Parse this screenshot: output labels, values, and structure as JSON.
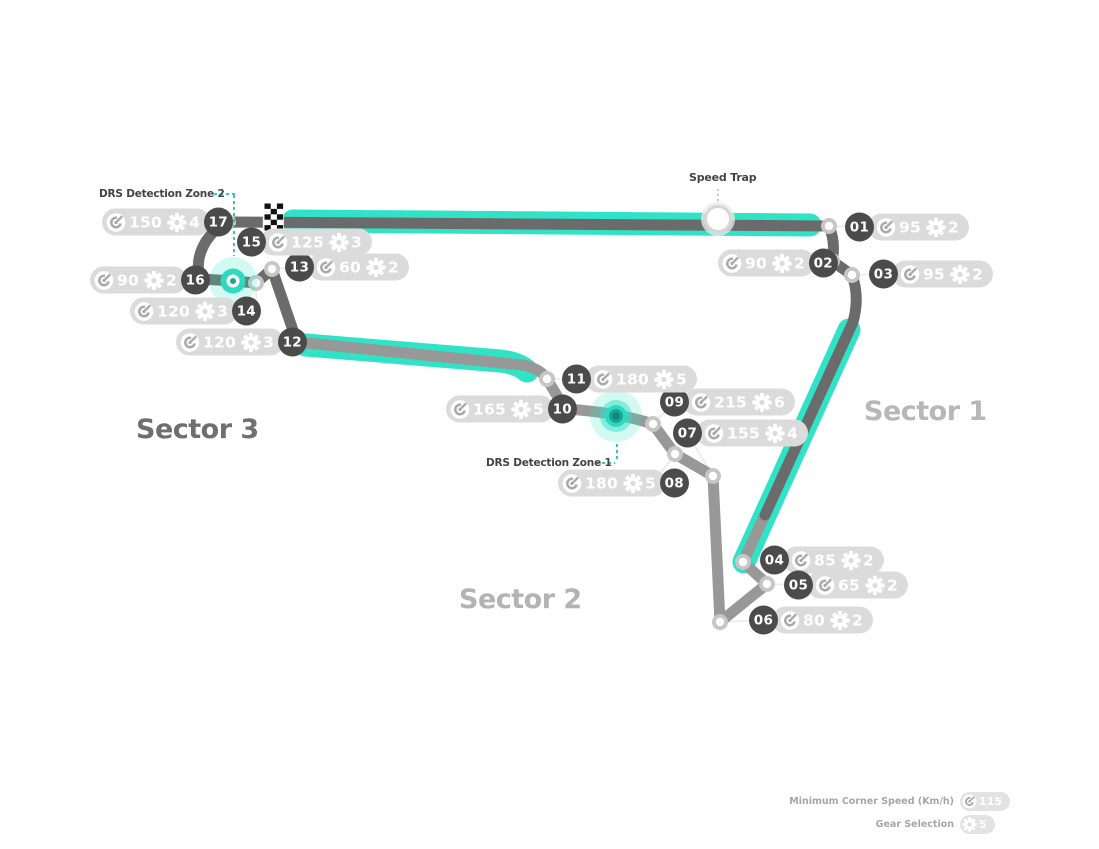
{
  "labels": {
    "speed_trap": "Speed Trap",
    "drs_detection_zone_1": "DRS Detection Zone 1",
    "drs_detection_zone_2": "DRS Detection Zone 2"
  },
  "sectors": [
    {
      "label": "Sector 1"
    },
    {
      "label": "Sector 2"
    },
    {
      "label": "Sector 3"
    }
  ],
  "legend": {
    "min_corner_speed_label": "Minimum Corner Speed (Km/h)",
    "min_corner_speed_value": "115",
    "gear_selection_label": "Gear Selection",
    "gear_selection_value": "5"
  },
  "icons": {
    "speedometer": "speedometer-icon",
    "gear": "gear-icon",
    "start_finish": "checkered-flag-icon"
  },
  "colors": {
    "accent_teal": "#30E2C6",
    "track_dark": "#6B6B6B",
    "track_light": "#989898",
    "pill_bg": "#DBDBDB",
    "chip_bg": "#4B4B4B"
  },
  "corners": [
    {
      "number": "01",
      "speed": "95",
      "gear": "2"
    },
    {
      "number": "02",
      "speed": "90",
      "gear": "2"
    },
    {
      "number": "03",
      "speed": "95",
      "gear": "2"
    },
    {
      "number": "04",
      "speed": "85",
      "gear": "2"
    },
    {
      "number": "05",
      "speed": "65",
      "gear": "2"
    },
    {
      "number": "06",
      "speed": "80",
      "gear": "2"
    },
    {
      "number": "07",
      "speed": "155",
      "gear": "4"
    },
    {
      "number": "08",
      "speed": "180",
      "gear": "5"
    },
    {
      "number": "09",
      "speed": "215",
      "gear": "6"
    },
    {
      "number": "10",
      "speed": "165",
      "gear": "5"
    },
    {
      "number": "11",
      "speed": "180",
      "gear": "5"
    },
    {
      "number": "12",
      "speed": "120",
      "gear": "3"
    },
    {
      "number": "13",
      "speed": "60",
      "gear": "2"
    },
    {
      "number": "14",
      "speed": "120",
      "gear": "3"
    },
    {
      "number": "15",
      "speed": "125",
      "gear": "3"
    },
    {
      "number": "16",
      "speed": "90",
      "gear": "2"
    },
    {
      "number": "17",
      "speed": "150",
      "gear": "4"
    }
  ]
}
